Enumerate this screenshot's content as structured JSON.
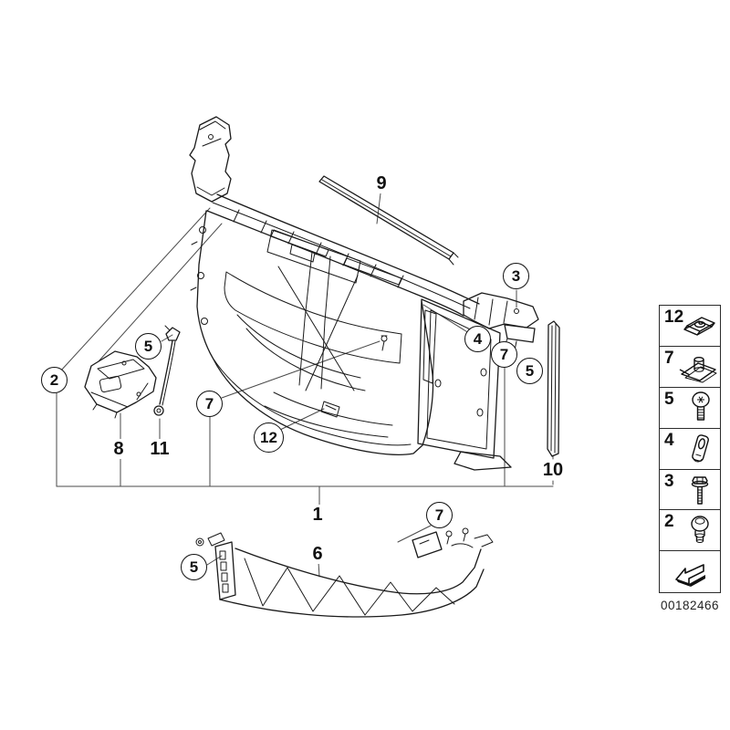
{
  "figure": {
    "description": "Exploded parts diagram of a vehicle front panel / radiator support",
    "callouts": [
      {
        "id": "callout-2",
        "label": "2"
      },
      {
        "id": "callout-5-left",
        "label": "5"
      },
      {
        "id": "callout-7-left",
        "label": "7"
      },
      {
        "id": "callout-12",
        "label": "12"
      },
      {
        "id": "callout-3",
        "label": "3"
      },
      {
        "id": "callout-4",
        "label": "4"
      },
      {
        "id": "callout-7-right",
        "label": "7"
      },
      {
        "id": "callout-5-right",
        "label": "5"
      },
      {
        "id": "callout-7-bottom",
        "label": "7"
      },
      {
        "id": "callout-5-bottom",
        "label": "5"
      }
    ],
    "labels": [
      {
        "id": "label-9",
        "text": "9"
      },
      {
        "id": "label-8",
        "text": "8"
      },
      {
        "id": "label-11",
        "text": "11"
      },
      {
        "id": "label-1",
        "text": "1"
      },
      {
        "id": "label-10",
        "text": "10"
      },
      {
        "id": "label-6",
        "text": "6"
      }
    ]
  },
  "sidebar": {
    "items": [
      {
        "number": "12",
        "icon": "sheet-metal-nut-icon"
      },
      {
        "number": "7",
        "icon": "cage-nut-icon"
      },
      {
        "number": "5",
        "icon": "torx-screw-icon"
      },
      {
        "number": "4",
        "icon": "spacer-plate-icon"
      },
      {
        "number": "3",
        "icon": "hex-bolt-icon"
      },
      {
        "number": "2",
        "icon": "round-head-screw-icon"
      },
      {
        "number": "",
        "icon": "direction-arrow-icon"
      }
    ],
    "part_code": "00182466"
  },
  "colors": {
    "line": "#1a1a1a",
    "leader": "#4a4a4a",
    "background": "#ffffff"
  }
}
